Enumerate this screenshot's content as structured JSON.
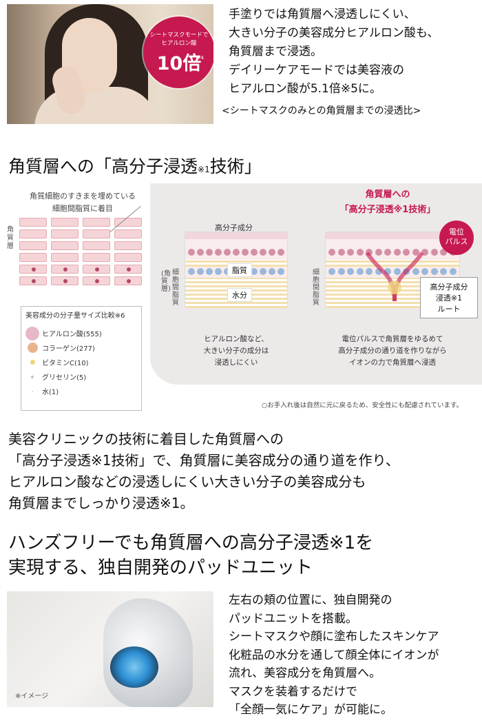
{
  "intro": {
    "badge_line1": "シートマスクモードで",
    "badge_line2": "ヒアルロン酸",
    "badge_value": "10倍",
    "badge_note": "※4",
    "lines": [
      "手塗りでは角質層へ浸透しにくい、",
      "大きい分子の美容成分ヒアルロン酸も、",
      "角質層まで浸透。",
      "デイリーケアモードでは美容液の",
      "ヒアルロン酸が5.1倍※5に。"
    ],
    "caption": "<シートマスクのみとの角質層までの浸透比>"
  },
  "section2": {
    "heading_pre": "角質層への「高分子浸透",
    "heading_note": "※1",
    "heading_post": "技術」"
  },
  "diagram": {
    "cells_caption_1": "角質細胞のすきまを埋めている",
    "cells_caption_2": "細胞間脂質に着目",
    "cells_vlabel": "角質層",
    "size_title": "美容成分の分子量サイズ比較※6",
    "sizes": [
      {
        "label": "ヒアルロン酸(555)",
        "color": "#e7b8c8"
      },
      {
        "label": "コラーゲン(277)",
        "color": "#e8b48e"
      },
      {
        "label": "ビタミンC(10)",
        "color": "#f0d27a"
      },
      {
        "label": "グリセリン(5)",
        "color": "#c4c4c4"
      },
      {
        "label": "水(1)",
        "color": "#d2d2d2"
      }
    ],
    "panel1_top": "高分子成分",
    "panel1_lipid": "脂質",
    "panel1_water": "水分",
    "panel1_vlabel": "細胞間脂質",
    "panel1_vlabel2": "(角質層)",
    "panel1_bottom": [
      "ヒアルロン酸など、",
      "大きい分子の成分は",
      "浸透しにくい"
    ],
    "pulse_title_1": "角質層への",
    "pulse_title_2": "「高分子浸透※1技術」",
    "pulse_badge": [
      "電位",
      "パルス"
    ],
    "route_box": [
      "高分子成分",
      "浸透※1",
      "ルート"
    ],
    "panel2_vlabel": "細胞間脂質",
    "panel2_bottom": [
      "電位パルスで角質層をゆるめて",
      "高分子成分の通り道を作りながら",
      "イオンの力で角質層へ浸透"
    ],
    "footnote": "○お手入れ後は自然に元に戻るため、安全性にも配慮されています。"
  },
  "section3": {
    "lines": [
      "美容クリニックの技術に着目した角質層への",
      "「高分子浸透※1技術」で、角質層に美容成分の通り道を作り、",
      "ヒアルロン酸などの浸透しにくい大きい分子の美容成分も",
      "角質層までしっかり浸透※1。"
    ]
  },
  "section4": {
    "heading_line1": "ハンズフリーでも角質層への高分子浸透※1を",
    "heading_line2": "実現する、独自開発のパッドユニット",
    "image_note": "※イメージ",
    "lines": [
      "左右の頬の位置に、独自開発の",
      "パッドユニットを搭載。",
      "シートマスクや顔に塗布したスキンケア",
      "化粧品の水分を通して顔全体にイオンが",
      "流れ、美容成分を角質層へ。",
      "マスクを装着するだけで",
      "「全顔一気にケア」が可能に。"
    ]
  }
}
